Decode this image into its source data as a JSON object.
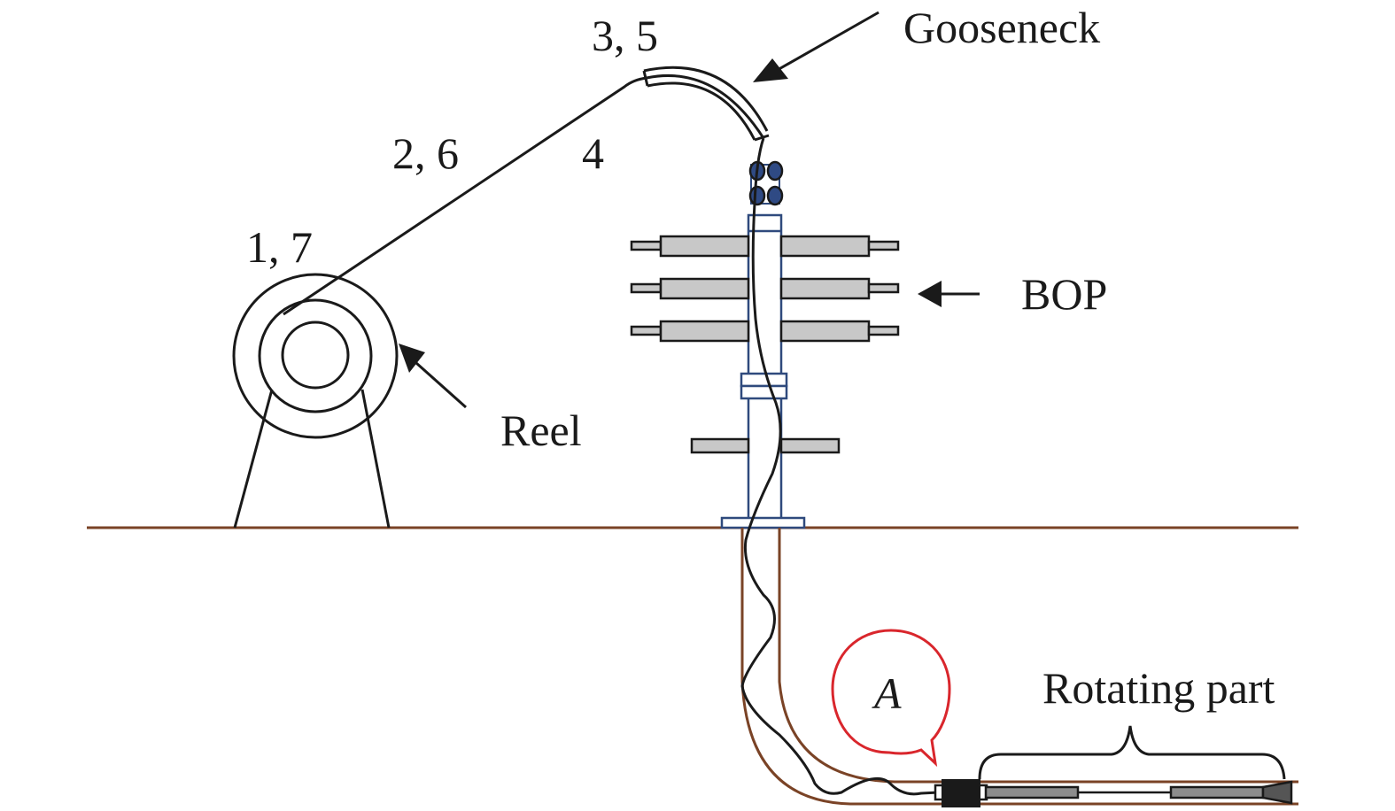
{
  "diagram": {
    "title": "Coiled tubing system with rotating part",
    "labels": {
      "gooseneck": "Gooseneck",
      "bop": "BOP",
      "reel": "Reel",
      "rotating_part": "Rotating part",
      "point_a": "A",
      "stage_1_7": "1, 7",
      "stage_2_6": "2, 6",
      "stage_3_5": "3, 5",
      "stage_4": "4"
    },
    "colors": {
      "line": "#1a1a1a",
      "ground": "#7a4326",
      "wellbore": "#7a4326",
      "bop_frame": "#2f4a7d",
      "roller_fill": "#2f4a84",
      "ram_fill": "#c8c8c8",
      "tool_fill": "#8c8c8c",
      "callout": "#d9262c"
    }
  }
}
